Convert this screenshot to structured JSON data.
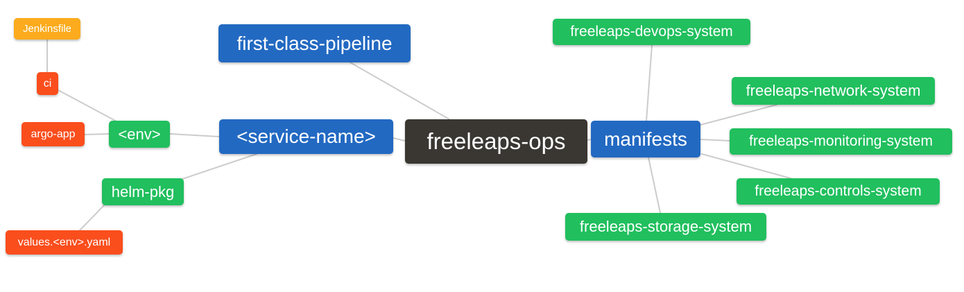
{
  "diagram": {
    "type": "mind-map",
    "root_label": "freeleaps-ops",
    "background": "#ffffff"
  },
  "palette": {
    "blue": "#2269c2",
    "green": "#21bf5e",
    "red_orange": "#fa4e1d",
    "orange": "#fbab1d",
    "dark": "#3a3733",
    "edge_line": "#cccccc",
    "node_text": "#ffffff"
  },
  "nodes": {
    "jenkinsfile": {
      "label": "Jenkinsfile",
      "color": "#fbab1d"
    },
    "ci": {
      "label": "ci",
      "color": "#fa4e1d"
    },
    "argo_app": {
      "label": "argo-app",
      "color": "#fa4e1d"
    },
    "env": {
      "label": "<env>",
      "color": "#21bf5e"
    },
    "helm_pkg": {
      "label": "helm-pkg",
      "color": "#21bf5e"
    },
    "values_env_yaml": {
      "label": "values.<env>.yaml",
      "color": "#fa4e1d"
    },
    "first_class_pipeline": {
      "label": "first-class-pipeline",
      "color": "#2269c2"
    },
    "service_name": {
      "label": "<service-name>",
      "color": "#2269c2"
    },
    "freeleaps_ops": {
      "label": "freeleaps-ops",
      "color": "#3a3733"
    },
    "manifests": {
      "label": "manifests",
      "color": "#2269c2"
    },
    "devops_system": {
      "label": "freeleaps-devops-system",
      "color": "#21bf5e"
    },
    "network_system": {
      "label": "freeleaps-network-system",
      "color": "#21bf5e"
    },
    "monitoring_system": {
      "label": "freeleaps-monitoring-system",
      "color": "#21bf5e"
    },
    "controls_system": {
      "label": "freeleaps-controls-system",
      "color": "#21bf5e"
    },
    "storage_system": {
      "label": "freeleaps-storage-system",
      "color": "#21bf5e"
    }
  },
  "edges": [
    {
      "from": "Jenkinsfile",
      "to": "ci"
    },
    {
      "from": "ci",
      "to": "<env>"
    },
    {
      "from": "argo-app",
      "to": "<env>"
    },
    {
      "from": "<env>",
      "to": "<service-name>"
    },
    {
      "from": "helm-pkg",
      "to": "<service-name>"
    },
    {
      "from": "values.<env>.yaml",
      "to": "helm-pkg"
    },
    {
      "from": "<service-name>",
      "to": "freeleaps-ops"
    },
    {
      "from": "first-class-pipeline",
      "to": "freeleaps-ops"
    },
    {
      "from": "freeleaps-ops",
      "to": "manifests"
    },
    {
      "from": "manifests",
      "to": "freeleaps-devops-system"
    },
    {
      "from": "manifests",
      "to": "freeleaps-network-system"
    },
    {
      "from": "manifests",
      "to": "freeleaps-monitoring-system"
    },
    {
      "from": "manifests",
      "to": "freeleaps-controls-system"
    },
    {
      "from": "manifests",
      "to": "freeleaps-storage-system"
    }
  ]
}
